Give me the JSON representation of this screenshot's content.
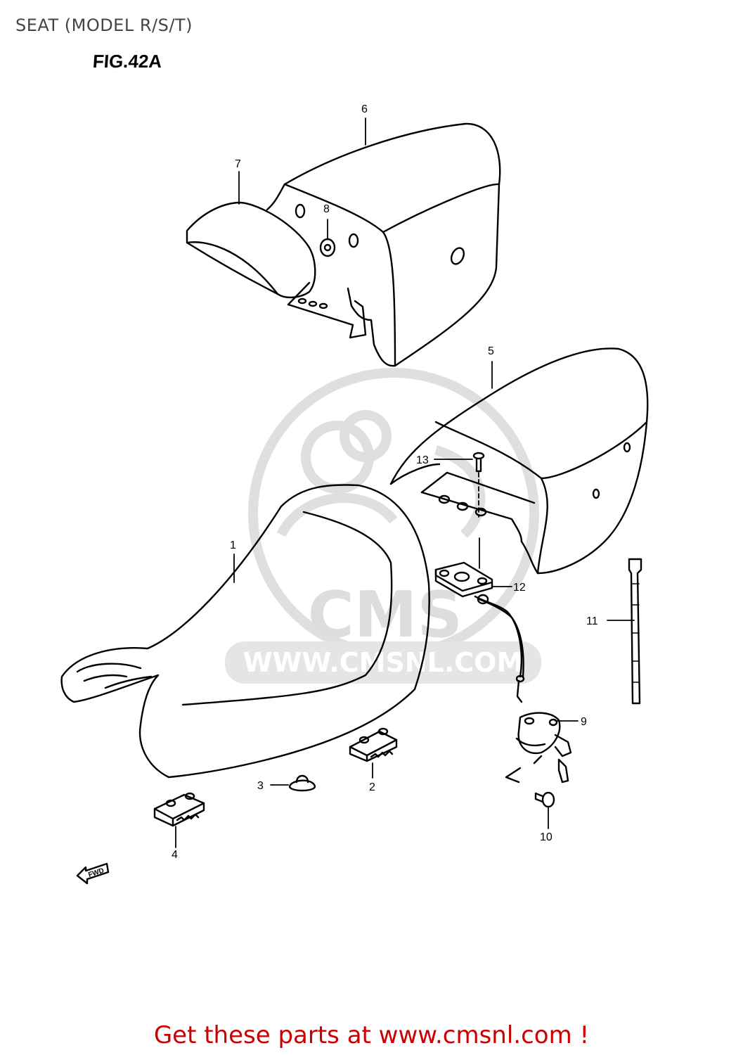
{
  "header": {
    "title": "SEAT (MODEL R/S/T)",
    "figure": "FIG.42A"
  },
  "watermark": {
    "logo": "CMS",
    "url": "WWW.CMSNL.COM"
  },
  "parts": {
    "p1": "1",
    "p2": "2",
    "p3": "3",
    "p4": "4",
    "p5": "5",
    "p6": "6",
    "p7": "7",
    "p8": "8",
    "p9": "9",
    "p10": "10",
    "p11": "11",
    "p12": "12",
    "p13": "13"
  },
  "direction_label": "FWD",
  "footer": {
    "link_text": "Get these parts at www.cmsnl.com !"
  },
  "colors": {
    "line": "#000000",
    "watermark": "#d9d9d9",
    "footer": "#cc0000"
  }
}
